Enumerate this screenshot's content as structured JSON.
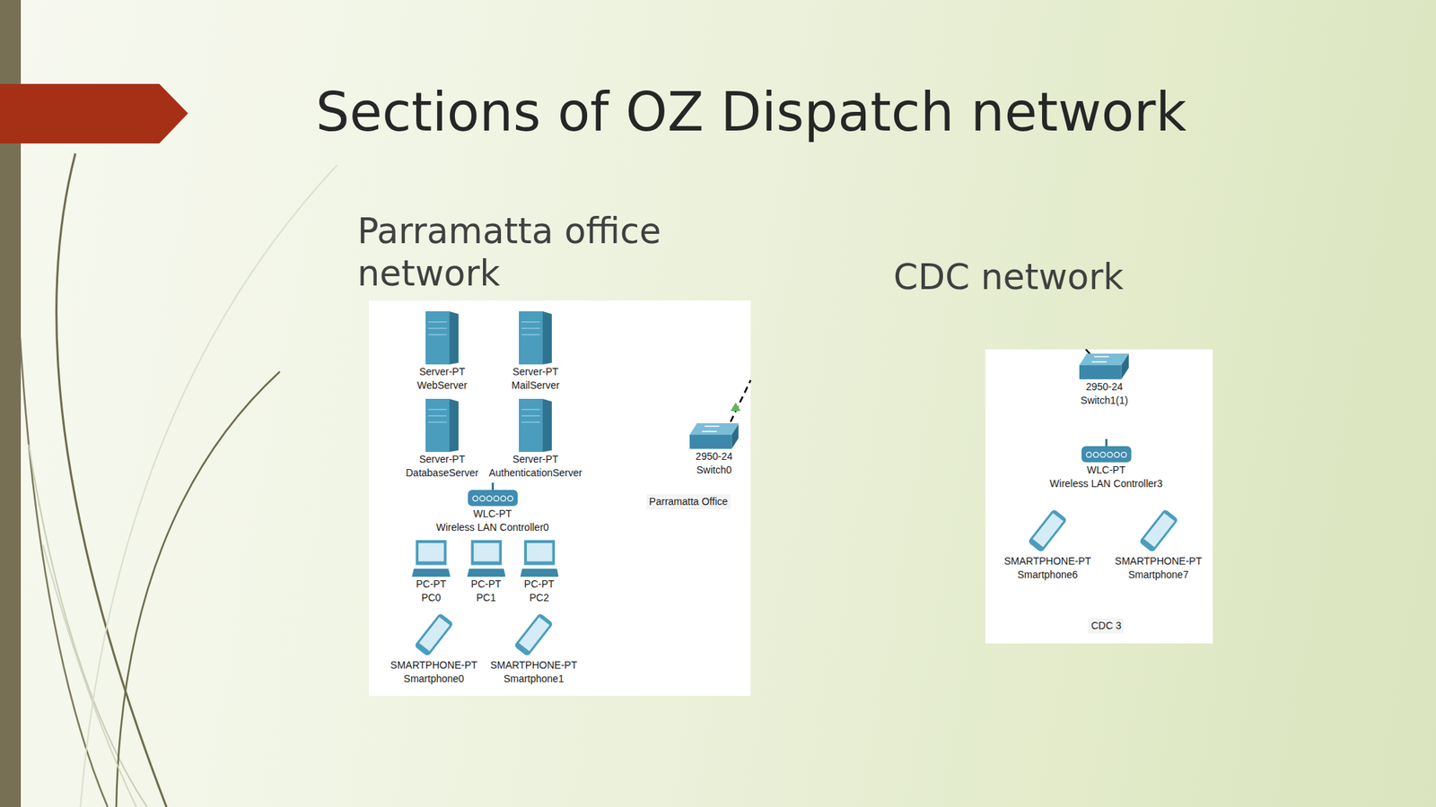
{
  "diagram": {
    "title": "Sections of OZ Dispatch network",
    "nodes": [
      {
        "text": [
          "Parramatta office network"
        ]
      },
      {
        "text": [
          "Server-PT",
          "WebServer"
        ],
        "in": 0
      },
      {
        "text": [
          "Server-PT",
          "MailServer"
        ],
        "in": 0
      },
      {
        "text": [
          "Server-PT",
          "DatabaseServer"
        ],
        "in": 0
      },
      {
        "text": [
          "Server-PT",
          "AuthenticationServer"
        ],
        "in": 0
      },
      {
        "text": [
          "2950-24",
          "Switch0"
        ],
        "in": 0
      },
      {
        "text": [
          "WLC-PT",
          "Wireless LAN Controller0"
        ],
        "in": 0
      },
      {
        "text": [
          "PC-PT",
          "PC0"
        ],
        "in": 0
      },
      {
        "text": [
          "PC-PT",
          "PC1"
        ],
        "in": 0
      },
      {
        "text": [
          "PC-PT",
          "PC2"
        ],
        "in": 0
      },
      {
        "text": [
          "SMARTPHONE-PT",
          "Smartphone0"
        ],
        "in": 0
      },
      {
        "text": [
          "SMARTPHONE-PT",
          "Smartphone1"
        ],
        "in": 0
      },
      {
        "text": [
          "CDC network"
        ]
      },
      {
        "text": [
          "2950-24",
          "Switch1(1)"
        ],
        "in": 12
      },
      {
        "text": [
          "WLC-PT",
          "Wireless LAN Controller3"
        ],
        "in": 12
      },
      {
        "text": [
          "SMARTPHONE-PT",
          "Smartphone6"
        ],
        "in": 12
      },
      {
        "text": [
          "SMARTPHONE-PT",
          "Smartphone7"
        ],
        "in": 12
      }
    ],
    "edges": [
      {
        "from": 1,
        "to": 5,
        "arrow": "none"
      },
      {
        "from": 2,
        "to": 5,
        "arrow": "none"
      },
      {
        "from": 3,
        "to": 5,
        "arrow": "none"
      },
      {
        "from": 4,
        "to": 5,
        "arrow": "none"
      },
      {
        "from": 6,
        "to": 5,
        "arrow": "none"
      },
      {
        "from": 8,
        "to": 5,
        "arrow": "none"
      },
      {
        "from": 9,
        "to": 5,
        "arrow": "none"
      },
      {
        "from": 14,
        "to": 13,
        "arrow": "none"
      }
    ],
    "labels": [
      "Parramatta Office",
      "CDC 3"
    ]
  }
}
